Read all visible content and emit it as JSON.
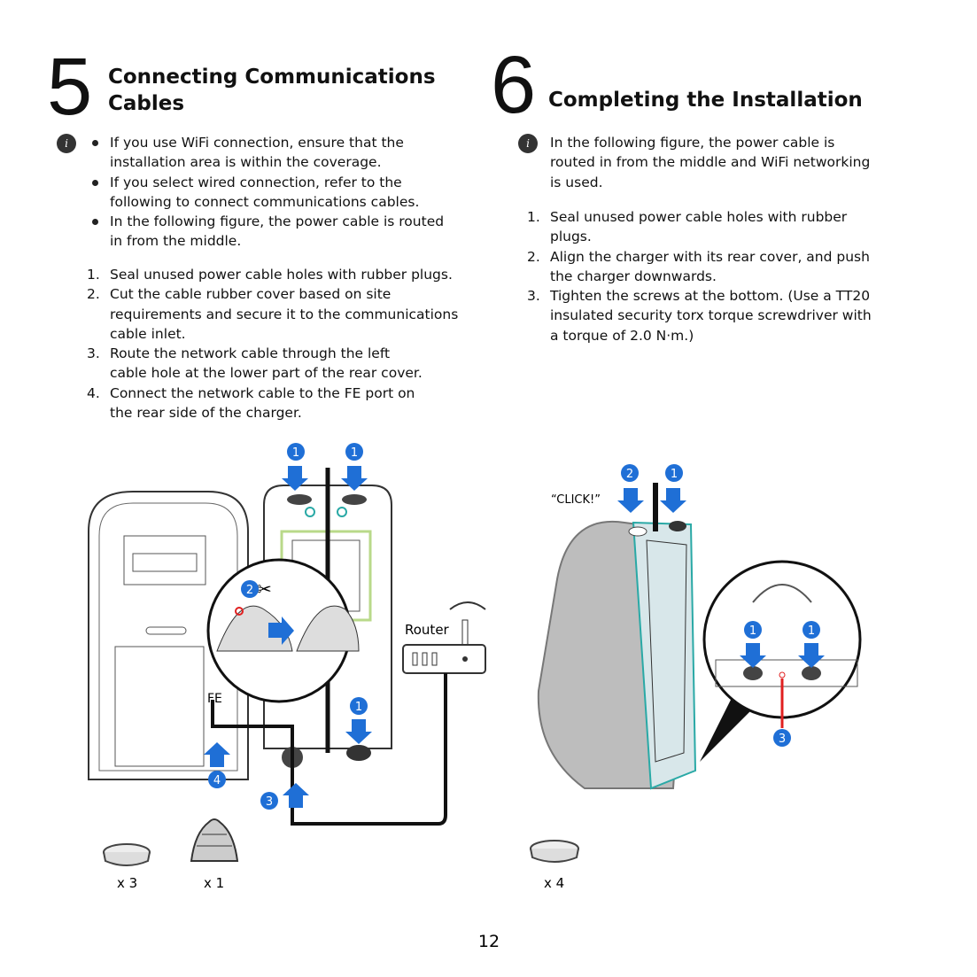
{
  "section5": {
    "number": "5",
    "title_line1": "Connecting Communications",
    "title_line2": "Cables",
    "info_icon": "info-icon",
    "notes": [
      [
        "If you use WiFi connection, ensure that the",
        "installation area is within the coverage."
      ],
      [
        "If you select wired connection, refer to the",
        "following to connect communications cables."
      ],
      [
        "In the following figure, the power cable is routed",
        "in from the middle."
      ]
    ],
    "steps": [
      {
        "n": "1.",
        "lines": [
          "Seal unused power cable holes with rubber plugs."
        ]
      },
      {
        "n": "2.",
        "lines": [
          "Cut the cable rubber cover based on site",
          "requirements and secure it to the communications",
          "cable inlet."
        ]
      },
      {
        "n": "3.",
        "lines": [
          "Route the network cable through the left",
          "cable hole at the lower part of the rear cover."
        ]
      },
      {
        "n": "4.",
        "lines": [
          "Connect the network cable to the FE port on",
          "the rear side of the charger."
        ]
      }
    ],
    "figure": {
      "fe_label": "FE",
      "router_label": "Router",
      "callouts": [
        "1",
        "1",
        "2",
        "1",
        "3",
        "4"
      ],
      "qty_plug": "x 3",
      "qty_grommet": "x 1"
    }
  },
  "section6": {
    "number": "6",
    "title": "Completing the Installation",
    "note": [
      "In the following figure, the power cable is",
      "routed in from the middle and WiFi networking",
      "is used."
    ],
    "steps": [
      {
        "n": "1.",
        "lines": [
          "Seal unused power cable holes with rubber",
          "plugs."
        ]
      },
      {
        "n": "2.",
        "lines": [
          "Align the charger with its rear cover, and push",
          "the charger downwards."
        ]
      },
      {
        "n": "3.",
        "lines": [
          "Tighten the screws at the bottom. (Use a TT20",
          "insulated security torx torque screwdriver with",
          "a torque of 2.0 N·m.)"
        ]
      }
    ],
    "figure": {
      "click_label": "“CLICK!”",
      "callouts": [
        "2",
        "1",
        "1",
        "1",
        "3"
      ],
      "qty_plug": "x 4"
    }
  },
  "page_number": "12",
  "colors": {
    "accent_blue": "#1f6fd6",
    "red": "#e02020",
    "teal": "#2aa9a6"
  }
}
